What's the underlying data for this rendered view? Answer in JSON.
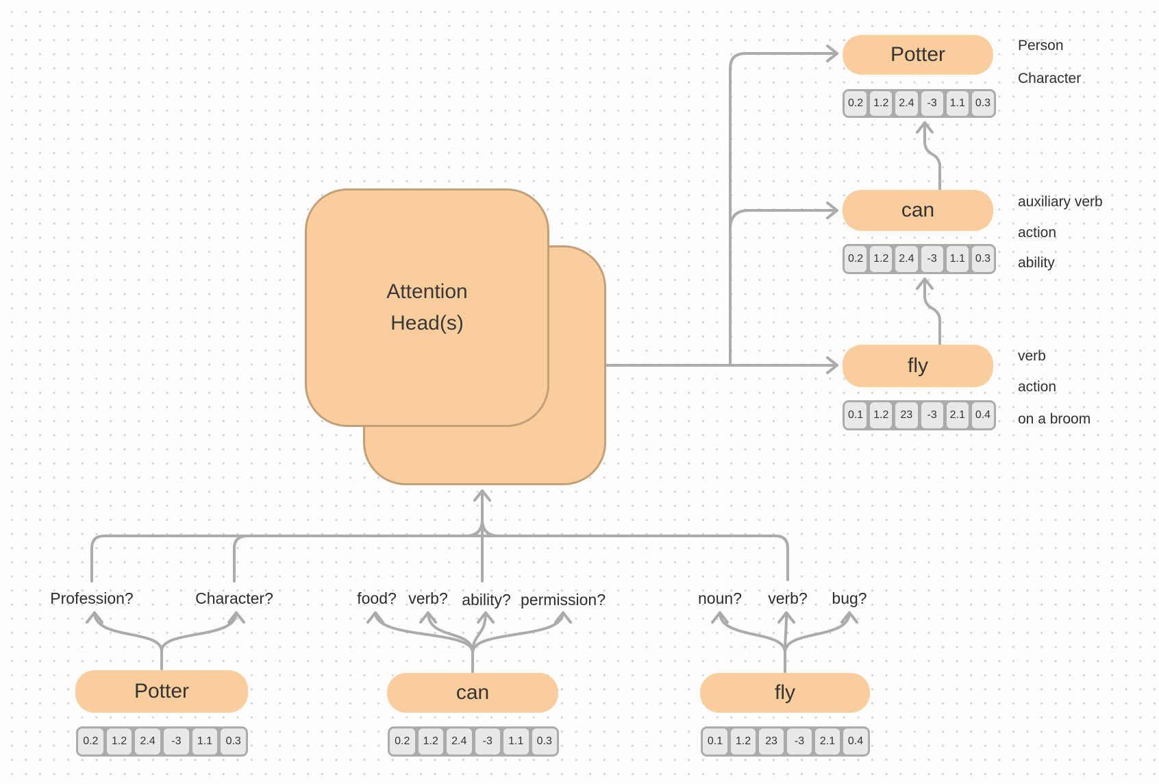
{
  "attention": {
    "line1": "Attention",
    "line2": "Head(s)"
  },
  "output_tokens": [
    {
      "word": "Potter",
      "annotations": [
        "Person",
        "Character"
      ],
      "vector": [
        "0.2",
        "1.2",
        "2.4",
        "-3",
        "1.1",
        "0.3"
      ]
    },
    {
      "word": "can",
      "annotations": [
        "auxiliary verb",
        "action",
        "ability"
      ],
      "vector": [
        "0.2",
        "1.2",
        "2.4",
        "-3",
        "1.1",
        "0.3"
      ]
    },
    {
      "word": "fly",
      "annotations": [
        "verb",
        "action",
        "on a broom"
      ],
      "vector": [
        "0.1",
        "1.2",
        "23",
        "-3",
        "2.1",
        "0.4"
      ]
    }
  ],
  "input_tokens": [
    {
      "word": "Potter",
      "questions": [
        "Profession?",
        "Character?"
      ],
      "vector": [
        "0.2",
        "1.2",
        "2.4",
        "-3",
        "1.1",
        "0.3"
      ]
    },
    {
      "word": "can",
      "questions": [
        "food?",
        "verb?",
        "ability?",
        "permission?"
      ],
      "vector": [
        "0.2",
        "1.2",
        "2.4",
        "-3",
        "1.1",
        "0.3"
      ]
    },
    {
      "word": "fly",
      "questions": [
        "noun?",
        "verb?",
        "bug?"
      ],
      "vector": [
        "0.1",
        "1.2",
        "23",
        "-3",
        "2.1",
        "0.4"
      ]
    }
  ],
  "colors": {
    "token_fill": "#f9ce9c",
    "attention_fill": "#f9ce9c",
    "attention_border": "#c1a078",
    "line": "#ababab",
    "cell_fill": "#e9e9e9",
    "cell_frame": "#ababab",
    "text": "#333333"
  }
}
